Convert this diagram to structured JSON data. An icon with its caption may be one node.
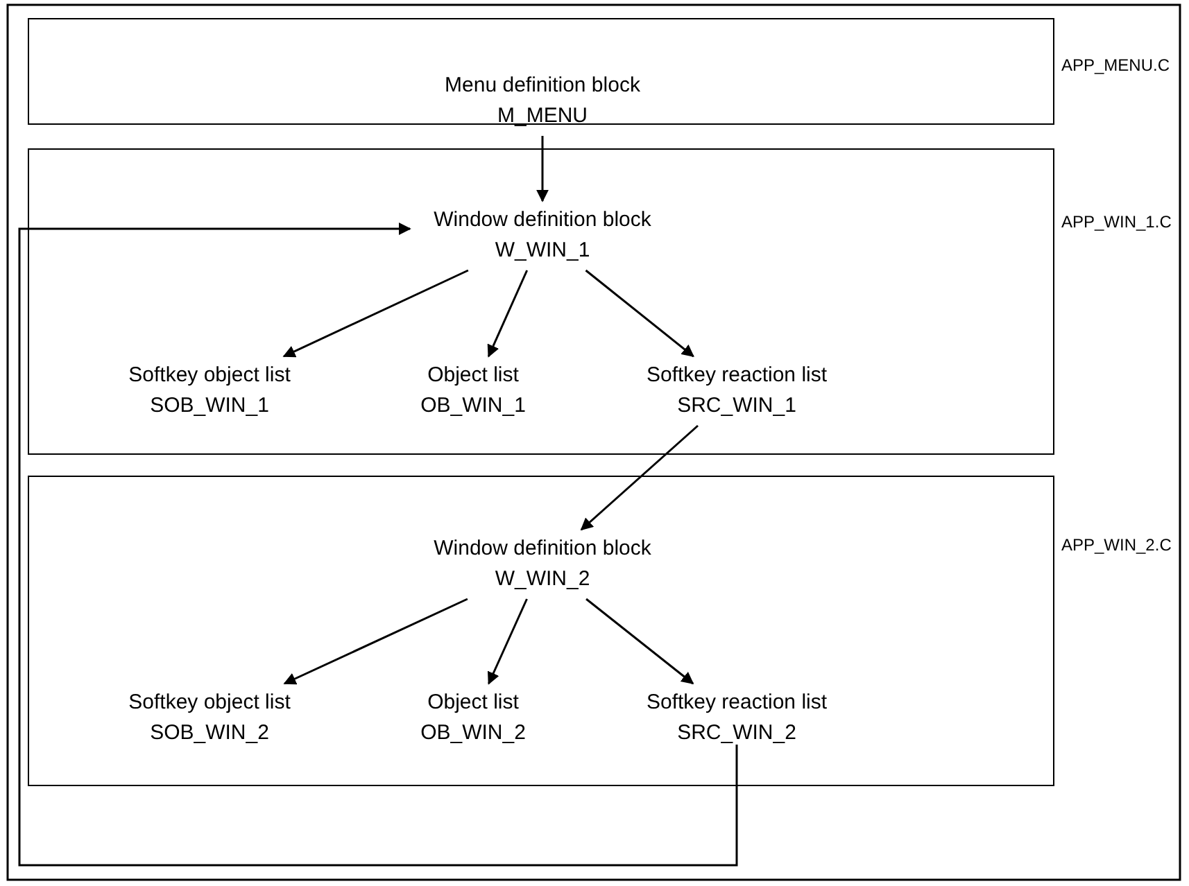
{
  "diagram": {
    "nodes": [
      {
        "text": [],
        "shape": "box",
        "beside": [
          "APP_MENU.C"
        ]
      },
      {
        "text": [
          "Menu definition block M_MENU"
        ],
        "in": 0
      },
      {
        "text": [],
        "shape": "box",
        "beside": [
          "APP_WIN_1.C"
        ]
      },
      {
        "text": [
          "Window definition block W_WIN_1"
        ],
        "in": 2
      },
      {
        "text": [
          "Softkey object list SOB_WIN_1"
        ],
        "in": 2
      },
      {
        "text": [
          "Object list OB_WIN_1"
        ],
        "in": 2
      },
      {
        "text": [
          "Softkey reaction list SRC_WIN_1"
        ],
        "in": 2
      },
      {
        "text": [],
        "shape": "box",
        "beside": [
          "APP_WIN_2.C"
        ]
      },
      {
        "text": [
          "Window definition block W_WIN_2"
        ],
        "in": 7
      },
      {
        "text": [
          "Softkey object list SOB_WIN_2"
        ],
        "in": 7
      },
      {
        "text": [
          "Object list OB_WIN_2"
        ],
        "in": 7
      },
      {
        "text": [
          "Softkey reaction list SRC_WIN_2"
        ],
        "in": 7
      }
    ],
    "edges": [
      {
        "from": 1,
        "to": 3,
        "arrow": "to"
      },
      {
        "from": 3,
        "to": 4,
        "arrow": "to"
      },
      {
        "from": 3,
        "to": 5,
        "arrow": "to"
      },
      {
        "from": 3,
        "to": 6,
        "arrow": "to"
      },
      {
        "from": 6,
        "to": 8,
        "arrow": "to"
      },
      {
        "from": 8,
        "to": 9,
        "arrow": "to"
      },
      {
        "from": 8,
        "to": 10,
        "arrow": "to"
      },
      {
        "from": 8,
        "to": 11,
        "arrow": "to"
      },
      {
        "from": 11,
        "to": 3,
        "arrow": "to"
      }
    ]
  }
}
